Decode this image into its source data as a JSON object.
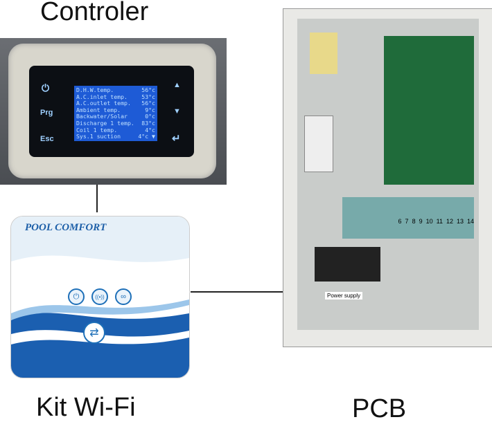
{
  "captions": {
    "controller": "Controler",
    "wifi": "Kit Wi-Fi",
    "pcb": "PCB"
  },
  "controller": {
    "buttons": {
      "power": "⏻",
      "prg": "Prg",
      "esc": "Esc",
      "up": "▲",
      "down": "▼",
      "enter": "↵"
    },
    "rows": [
      {
        "label": "D.H.W.temp.",
        "value": "56°c"
      },
      {
        "label": "A.C.inlet temp.",
        "value": "53°c"
      },
      {
        "label": "A.C.outlet temp.",
        "value": "56°c"
      },
      {
        "label": "Ambient temp.",
        "value": "9°c"
      },
      {
        "label": "Backwater/Solar",
        "value": "0°c"
      },
      {
        "label": "Discharge 1 temp.",
        "value": "83°c"
      },
      {
        "label": "Coil 1 temp.",
        "value": "4°c"
      },
      {
        "label": "Sys.1 suction",
        "value": "4°c ▼"
      }
    ]
  },
  "wifi": {
    "brand": "POOL COMFORT",
    "buttons": {
      "power": "⏻",
      "wifi": "((•))",
      "mode": "∞"
    },
    "center": "⇄"
  },
  "pcb": {
    "power_label": "Power supply",
    "terminals": [
      "6",
      "7",
      "8",
      "9",
      "10",
      "11",
      "12",
      "13",
      "14"
    ]
  }
}
